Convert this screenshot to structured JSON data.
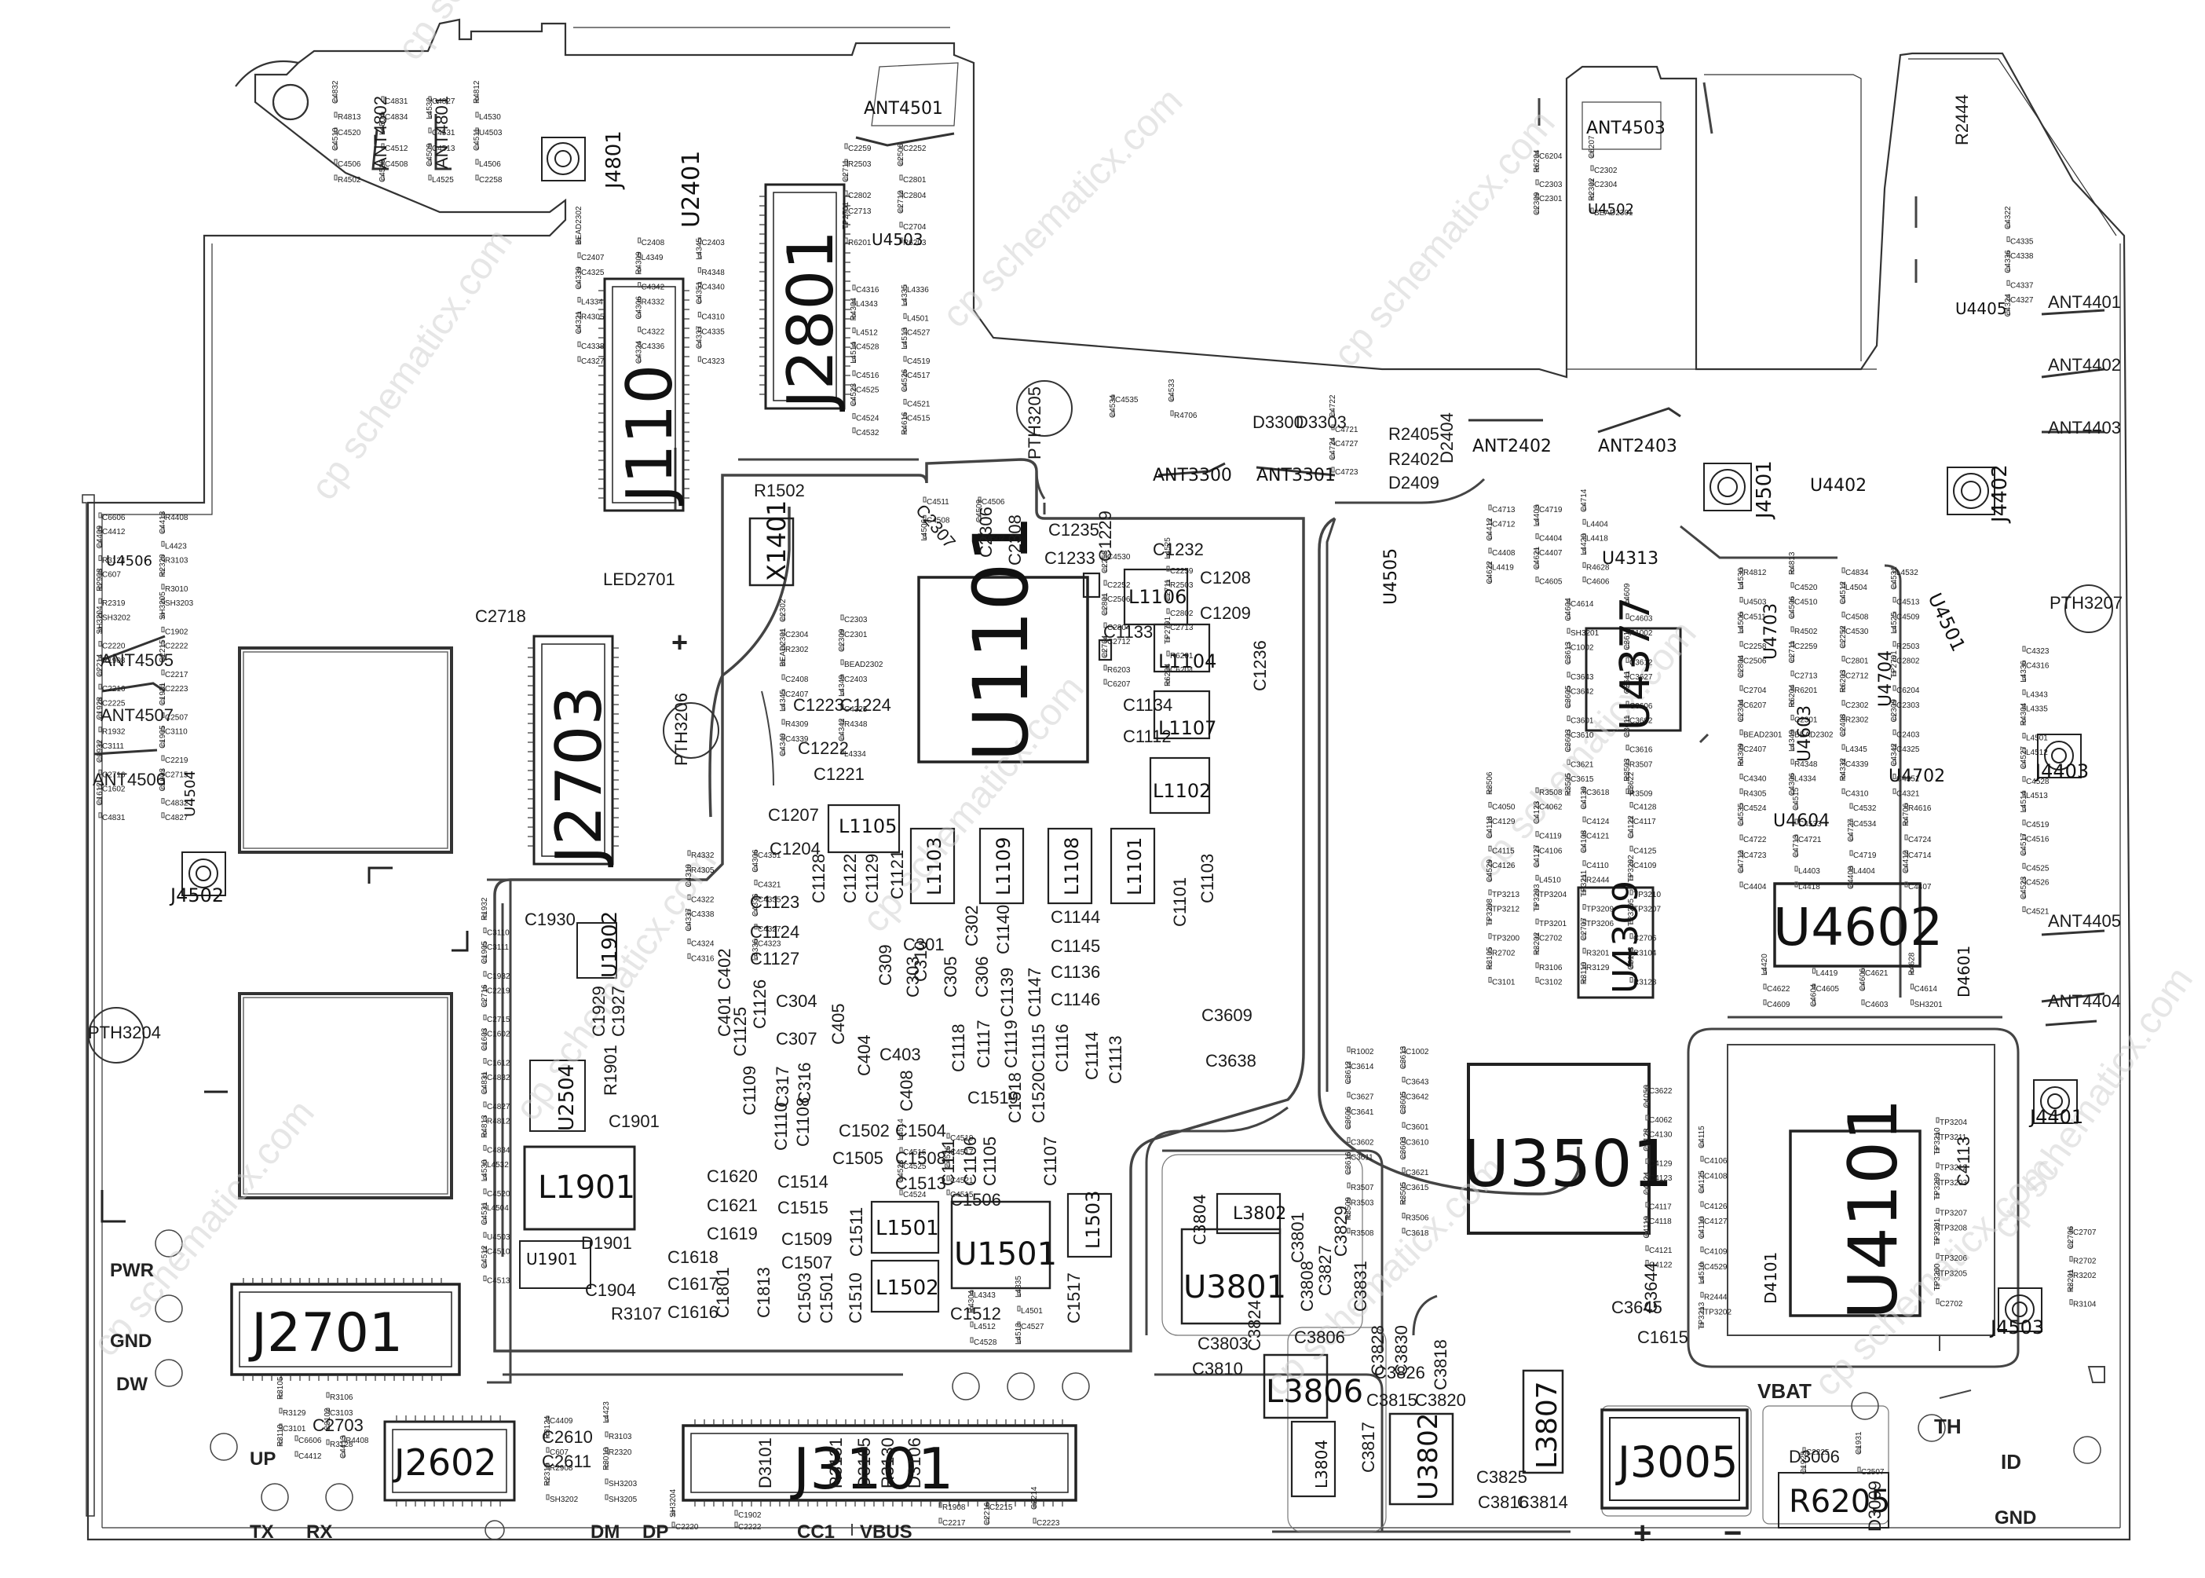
{
  "watermark": "cp schematicx.com",
  "big_labels": {
    "u1101": "U1101",
    "j2801": "J2801",
    "j110": "J110",
    "j2703": "J2703",
    "u3501": "U3501",
    "u4101": "U4101",
    "u4602": "U4602",
    "u4377": "U4377",
    "u4309": "U4309",
    "j2701": "J2701",
    "j3101": "J3101",
    "j3005": "J3005",
    "j2602": "J2602",
    "l1901": "L1901",
    "u1501": "U1501",
    "u3801": "U3801",
    "l3806": "L3806",
    "l3807": "L3807",
    "u3802": "U3802",
    "r6205": "R6205",
    "ant4501": "ANT4501",
    "ant4503": "ANT4503",
    "ant3300": "ANT3300",
    "ant3301": "ANT3301",
    "ant2402": "ANT2402",
    "ant2403": "ANT2403",
    "l1104": "L1104",
    "l1106": "L1106",
    "l1107": "L1107",
    "l1102": "L1102",
    "l1105": "L1105",
    "l1103": "L1103",
    "l1109": "L1109",
    "l1108": "L1108",
    "l1101": "L1101",
    "l1501": "L1501",
    "l1502": "L1502",
    "l1503": "L1503",
    "x1401": "X1401",
    "j4801": "J4801",
    "u2401": "U2401",
    "j4501": "J4501",
    "j4402": "J4402",
    "j4403": "J4403",
    "j4401": "J4401",
    "j4503": "J4503",
    "j4502": "J4502",
    "u4501": "U4501",
    "u4313": "U4313",
    "u4505": "U4505",
    "u4703": "U4703",
    "u4704": "U4704",
    "u4702": "U4702",
    "u4603": "U4603",
    "u4604": "U4604",
    "u4402": "U4402",
    "u4405": "U4405",
    "u4503": "U4503",
    "u4502": "U4502",
    "u4506": "U4506",
    "u4504": "U4504",
    "u1902": "U1902",
    "u2504": "U2504",
    "u1901": "U1901",
    "l3802": "L3802",
    "l3804": "L3804",
    "c3804": "C3804",
    "d4101": "D4101",
    "d4601": "D4601"
  },
  "pin_labels": {
    "pwr": "PWR",
    "gnd_left": "GND",
    "dw": "DW",
    "up": "UP",
    "tx": "TX",
    "rx": "RX",
    "dm": "DM",
    "dp": "DP",
    "cc1": "CC1",
    "vbus": "VBUS",
    "vbat": "VBAT",
    "th": "TH",
    "id": "ID",
    "gnd_right": "GND",
    "plus": "+",
    "minus": "−",
    "plus_top": "+"
  },
  "medium_labels": {
    "c1207": "C1207",
    "c1204": "C1204",
    "c1208": "C1208",
    "c1209": "C1209",
    "c1232": "C1232",
    "c1235": "C1235",
    "c1233": "C1233",
    "c1223": "C1223",
    "c1224": "C1224",
    "c1222": "C1222",
    "c1221": "C1221",
    "c1123": "C1123",
    "c1124": "C1124",
    "c1127": "C1127",
    "c1144": "C1144",
    "c1145": "C1145",
    "c1136": "C1136",
    "c1146": "C1146",
    "c301": "C301",
    "c303": "C303",
    "c304": "C304",
    "c305": "C305",
    "c306": "C306",
    "c307": "C307",
    "c309": "C309",
    "c310": "C310",
    "c401": "C401",
    "c402": "C402",
    "c403": "C403",
    "c404": "C404",
    "c405": "C405",
    "c408": "C408",
    "c3609": "C3609",
    "c3638": "C3638",
    "c2718": "C2718",
    "c1930": "C1930",
    "c1901": "C1901",
    "c1904": "C1904",
    "c1620": "C1620",
    "c1621": "C1621",
    "c1619": "C1619",
    "c1618": "C1618",
    "c1617": "C1617",
    "c1616": "C1616",
    "c1514": "C1514",
    "c1515": "C1515",
    "c1509": "C1509",
    "c1507": "C1507",
    "c1502": "C1502",
    "c1504": "C1504",
    "c1505": "C1505",
    "c1508": "C1508",
    "c1513": "C1513",
    "c1506": "C1506",
    "c1512": "C1512",
    "c1519": "C1519",
    "c2703": "C2703",
    "c2610": "C2610",
    "c2611": "C2611",
    "c3645": "C3645",
    "c3644": "C3644",
    "c1615": "C1615",
    "c3803": "C3803",
    "c3810": "C3810",
    "c3806": "C3806",
    "c3825": "C3825",
    "c3816": "C3816",
    "c3814": "C3814",
    "c3826": "C3826",
    "c3820": "C3820",
    "c3815": "C3815",
    "c3828": "C3828",
    "c3830": "C3830",
    "c3818": "C3818",
    "c3817": "C3817",
    "c3831": "C3831",
    "c3829": "C3829",
    "c3827": "C3827",
    "c3801": "C3801",
    "c3808": "C3808",
    "c3824": "C3824",
    "c4113": "C4113",
    "d1901": "D1901",
    "r3107": "R3107",
    "r1901": "R1901",
    "r2405": "R2405",
    "r2402": "R2402",
    "d2409": "D2409",
    "d2404": "D2404",
    "d3300": "D3300",
    "d3303": "D3303",
    "r3131": "R3131",
    "r3130": "R3130",
    "d3105": "D3105",
    "d3106": "D3106",
    "d3101": "D3101",
    "d3006": "D3006",
    "d3009": "D3009",
    "ant4401": "ANT4401",
    "ant4402": "ANT4402",
    "ant4403": "ANT4403",
    "ant4405": "ANT4405",
    "ant4404": "ANT4404",
    "ant4505": "ANT4505",
    "ant4507": "ANT4507",
    "ant4506": "ANT4506",
    "ant4802": "ANT4802",
    "ant4801": "ANT4801",
    "pth3205": "PTH3205",
    "pth3206": "PTH3206",
    "pth3207": "PTH3207",
    "pth3204": "PTH3204",
    "led2701": "LED2701",
    "r2444": "R2444",
    "r1502": "R1502",
    "c2307": "C2307",
    "c2306": "C2306",
    "c2308": "C2308",
    "c1229": "C1229",
    "c1236": "C1236",
    "c1101": "C1101",
    "c1103": "C1103",
    "c1801": "C1801",
    "c1813": "C1813",
    "c1503": "C1503",
    "c1501": "C1501",
    "c1510": "C1510",
    "c1511": "C1511",
    "c1517": "C1517",
    "c1927": "C1927",
    "c1929": "C1929",
    "c1122": "C1122",
    "c1128": "C1128",
    "c1129": "C1129",
    "c1121": "C1121",
    "c1125": "C1125",
    "c1126": "C1126",
    "c302": "C302",
    "c1140": "C1140",
    "c1139": "C1139",
    "c1147": "C1147",
    "c1110": "C1110",
    "c1108": "C1108",
    "c1109": "C1109",
    "c316": "C316",
    "c317": "C317",
    "c1106": "C1106",
    "c1105": "C1105",
    "c1107": "C1107",
    "c1111": "C1111",
    "c1118": "C1118",
    "c1117": "C1117",
    "c1119": "C1119",
    "c1115": "C1115",
    "c1116": "C1116",
    "c1114": "C1114",
    "c1113": "C1113",
    "c1518": "C1518",
    "c1520": "C1520",
    "c1112": "C1112",
    "c1134": "C1134",
    "c1133": "C1133"
  },
  "tiny_labels": [
    "C4832",
    "C4831",
    "C4827",
    "R4812",
    "R4813",
    "C4834",
    "L4532",
    "L4530",
    "C4520",
    "L4504",
    "C4531",
    "U4503",
    "C4510",
    "C4512",
    "C4513",
    "C4511",
    "C4506",
    "C4508",
    "C4509",
    "L4506",
    "R4502",
    "C4530",
    "L4525",
    "C2258",
    "C2259",
    "C2252",
    "R2503",
    "C2506",
    "C2711",
    "C2801",
    "C2802",
    "C2804",
    "C2713",
    "C2712",
    "TP2701",
    "C2704",
    "R6201",
    "R6203",
    "C6204",
    "C6207",
    "R6204",
    "C2302",
    "C2303",
    "C2304",
    "C2301",
    "R2302",
    "C2309",
    "BEAD2301",
    "BEAD2302",
    "C2408",
    "C2403",
    "C2407",
    "L4349",
    "L4345",
    "C4325",
    "R4309",
    "R4348",
    "C4339",
    "C4342",
    "C4340",
    "L4334",
    "R4332",
    "C4351",
    "R4305",
    "C4306",
    "C4310",
    "C4321",
    "C4322",
    "C4335",
    "C4338",
    "C4336",
    "C4337",
    "C4327",
    "C4324",
    "C4323",
    "C4316",
    "L4336",
    "L4343",
    "L4335",
    "R4304",
    "L4501",
    "L4512",
    "C4527",
    "C4528",
    "L4513",
    "L4514",
    "C4519",
    "C4516",
    "C4517",
    "C4525",
    "C4526",
    "C4523",
    "C4521",
    "C4524",
    "C4515",
    "C4532",
    "R4616",
    "C4535",
    "C4533",
    "C4534",
    "R4706",
    "C4722",
    "C4721",
    "C4727",
    "C4724",
    "C4723",
    "C4713",
    "C4719",
    "C4714",
    "C4712",
    "L4403",
    "L4404",
    "C4412",
    "C4404",
    "L4418",
    "C4408",
    "C4407",
    "L4420",
    "L4419",
    "C4621",
    "R4628",
    "C4622",
    "C4605",
    "C4606",
    "C4614",
    "C4609",
    "C4604",
    "C4603",
    "SH3201",
    "R1002",
    "C1002",
    "C3614",
    "C3613",
    "C3612",
    "C3643",
    "C3627",
    "C3642",
    "C3641",
    "C3605",
    "C3606",
    "C3601",
    "C3602",
    "C3610",
    "C3611",
    "C3603",
    "C3616",
    "C3621",
    "R3507",
    "C3615",
    "R3503",
    "R3505",
    "R3509",
    "R3506",
    "R3508",
    "C3618",
    "C3622",
    "C4050",
    "C4062",
    "C4130",
    "C4128",
    "C4129",
    "C4123",
    "C4124",
    "C4117",
    "C4118",
    "C4119",
    "C4121",
    "C4122",
    "C4115",
    "C4106",
    "C4108",
    "C4125",
    "C4126",
    "C4127",
    "C4110",
    "C4109",
    "C4529",
    "L4510",
    "R2444",
    "TP3202",
    "TP3213",
    "TP3204",
    "TP3211",
    "TP3210",
    "TP3212",
    "TP3203",
    "TP3209",
    "TP3207",
    "TP3208",
    "TP3201",
    "TP3206",
    "TP3205",
    "TP3200",
    "C2702",
    "C2707",
    "C2706",
    "R2702",
    "R3202",
    "R3201",
    "R3104",
    "R3105",
    "R3106",
    "R3129",
    "C3103",
    "C3101",
    "C3102",
    "R3110",
    "R3128",
    "C6606",
    "R4408",
    "C4412",
    "C4413",
    "C4409",
    "L4423",
    "R3124",
    "R3103",
    "C607",
    "R2320",
    "R2908",
    "R3010",
    "R2319",
    "SH3203",
    "SH3202",
    "SH3205",
    "SH3204",
    "C1902",
    "C2220",
    "C2222",
    "R1908",
    "C2215",
    "C2214",
    "C2217",
    "C2216",
    "C2223",
    "C2225",
    "C1931",
    "C1928",
    "C2507",
    "R1932",
    "C3110",
    "C3111",
    "C1905",
    "C1932",
    "C2219",
    "C2716",
    "C2715",
    "C1602",
    "C1603",
    "C1612"
  ]
}
